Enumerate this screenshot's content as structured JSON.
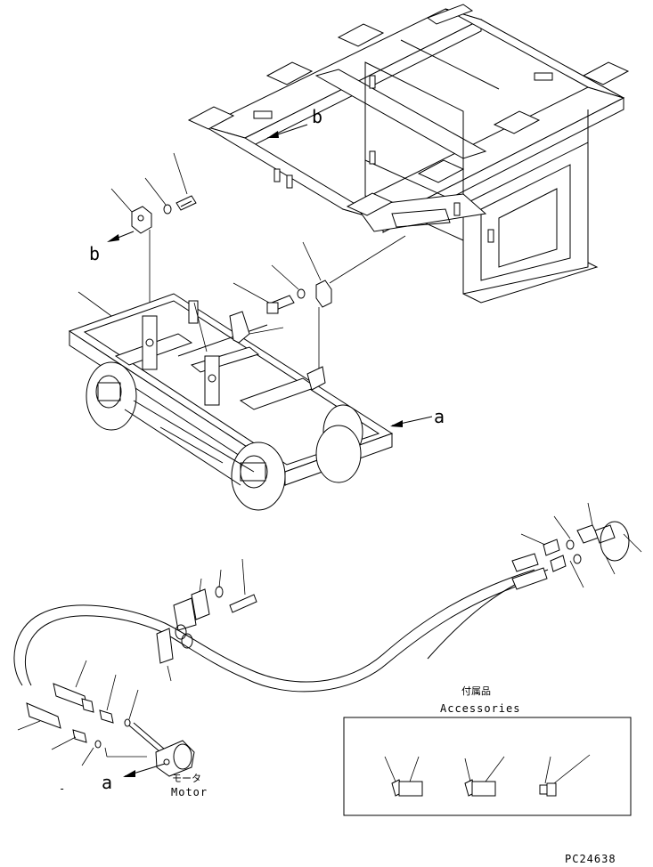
{
  "labels": {
    "b_upper": "b",
    "b_lower": "b",
    "a_right": "a",
    "a_lower": "a",
    "motor_jp": "モータ",
    "motor_en": "Motor",
    "accessories_jp": "付属品",
    "accessories_en": "Accessories",
    "dash": "-",
    "drawing_code": "PC24638"
  }
}
